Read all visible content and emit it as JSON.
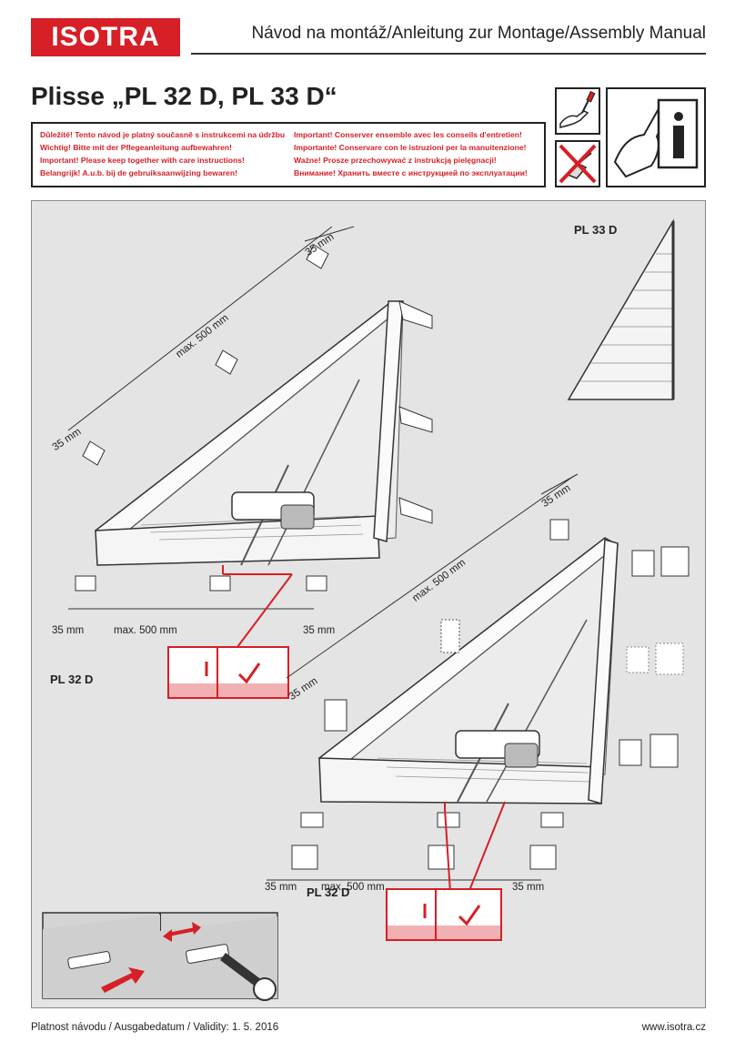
{
  "header": {
    "logo_text": "ISOTRA",
    "title": "Návod na montáž/Anleitung zur Montage/Assembly Manual"
  },
  "product_title": "Plisse „PL 32 D, PL 33 D“",
  "warnings": {
    "left": [
      "Důležité! Tento návod je platný současně s instrukcemi na údržbu!",
      "Wichtig! Bitte mit der Pflegeanleitung aufbewahren!",
      "Important! Please keep together with care instructions!",
      "Belangrijk! A.u.b. bij de gebruiksaanwijzing bewaren!"
    ],
    "right": [
      "Important! Conserver ensemble avec les conseils d'entretien!",
      "Importante! Conservare con le istruzioni per la manuitenzione!",
      "Ważne! Prosze przechowywać z instrukcją pielęgnacji!",
      "Внимание! Хранить вместе с инструкцией по эксплуатации!"
    ]
  },
  "icons": {
    "tool_ok": "screwdriver-hand-icon",
    "tool_forbidden": "drill-crossed-icon",
    "info": "info-manual-icon"
  },
  "colors": {
    "brand_red": "#d61f26",
    "diagram_bg": "#e4e4e4"
  },
  "labels": {
    "pl33d": "PL 33 D",
    "pl32d_left": "PL 32 D",
    "pl32d_right": "PL 32 D",
    "dim_35_top_a": "35 mm",
    "dim_max500_top_a": "max. 500 mm",
    "dim_35_left_a": "35 mm",
    "dim_35_bottom_a_left": "35 mm",
    "dim_max500_bottom_a": "max. 500 mm",
    "dim_35_bottom_a_right": "35 mm",
    "dim_35_top_b": "35 mm",
    "dim_max500_top_b": "max. 500 mm",
    "dim_35_left_b": "35 mm",
    "dim_35_bottom_b_left": "35 mm",
    "dim_max500_bottom_b": "max. 500 mm",
    "dim_35_bottom_b_right": "35 mm"
  },
  "footer": {
    "validity": "Platnost návodu / Ausgabedatum / Validity: 1. 5. 2016",
    "website": "www.isotra.cz"
  }
}
